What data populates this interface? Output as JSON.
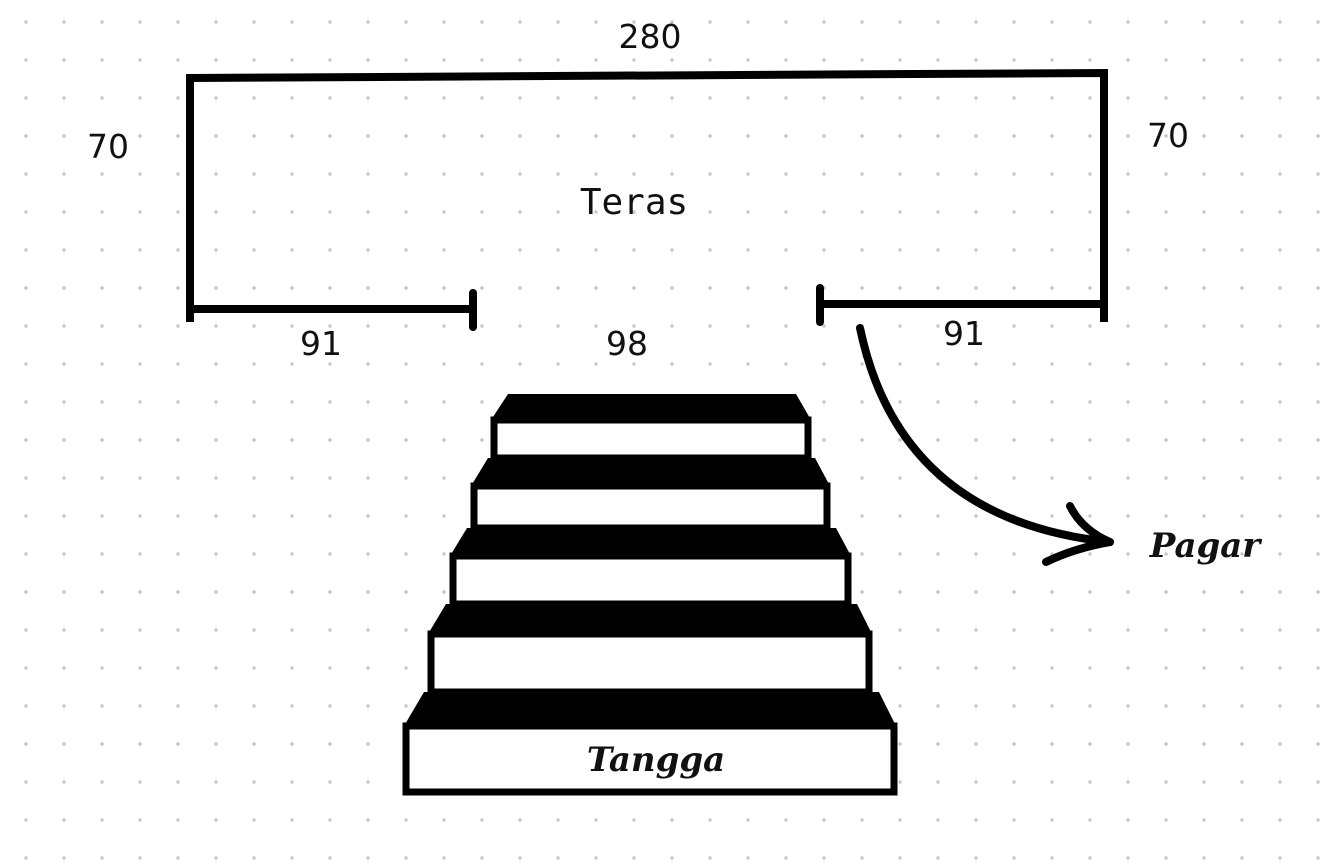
{
  "diagram": {
    "room_label": "Teras",
    "dimensions": {
      "top": "280",
      "left": "70",
      "right": "70",
      "bottom_left": "91",
      "bottom_middle": "98",
      "bottom_right": "91"
    },
    "labels": {
      "stairs": "Tangga",
      "fence": "Pagar"
    },
    "colors": {
      "line": "#000000",
      "dot": "#c9c9c9",
      "background": "#ffffff"
    }
  }
}
